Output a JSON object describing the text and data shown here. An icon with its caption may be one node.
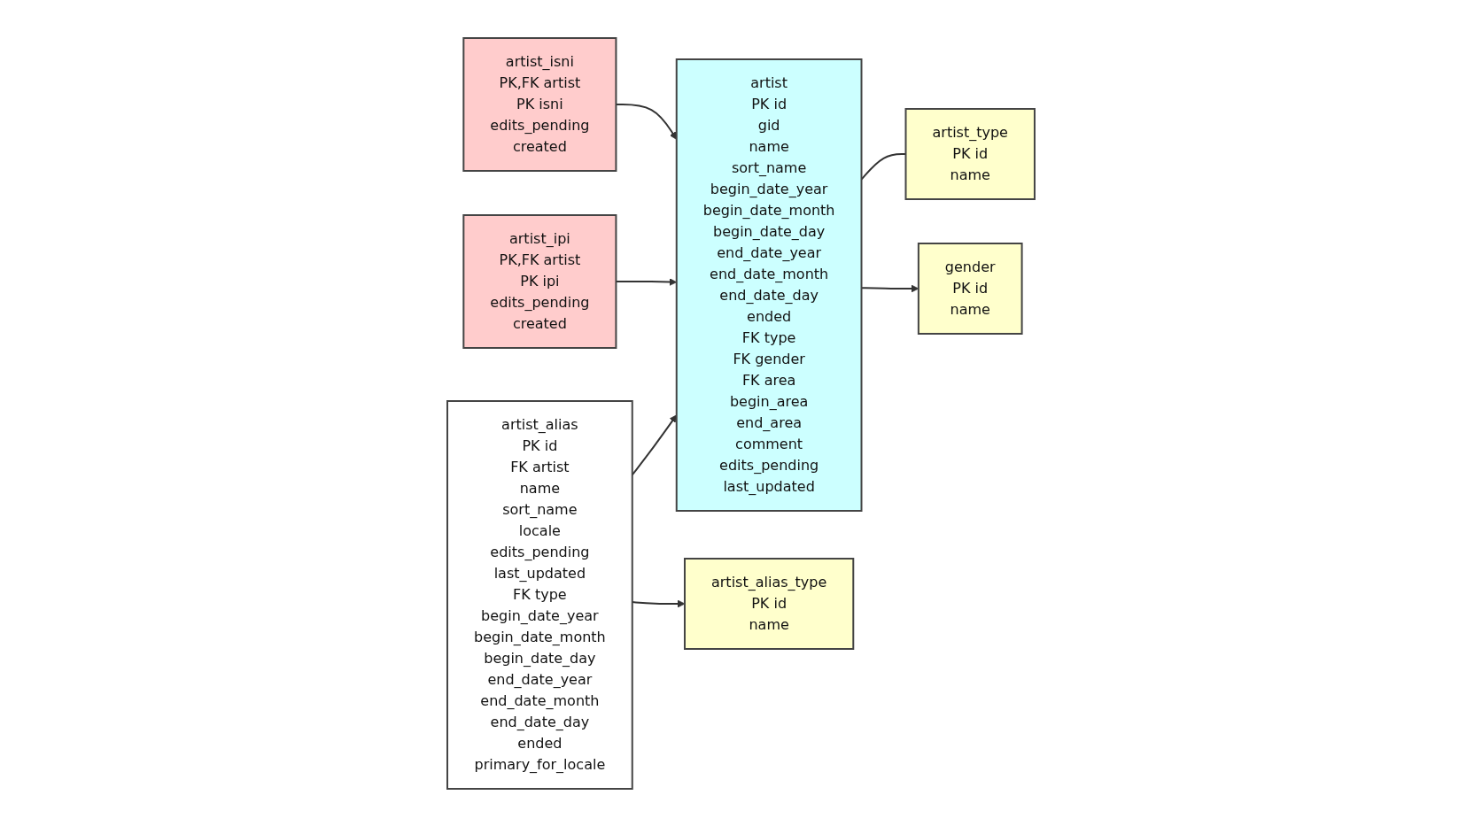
{
  "diagram": {
    "nodes": [
      {
        "text": [
          "artist_alias",
          "PK id",
          "FK artist",
          "name",
          "sort_name",
          "locale",
          "edits_pending",
          "last_updated",
          "FK type",
          "begin_date_year",
          "begin_date_month",
          "begin_date_day",
          "end_date_year",
          "end_date_month",
          "end_date_day",
          "ended",
          "primary_for_locale"
        ]
      },
      {
        "text": [
          "artist",
          "PK id",
          "gid",
          "name",
          "sort_name",
          "begin_date_year",
          "begin_date_month",
          "begin_date_day",
          "end_date_year",
          "end_date_month",
          "end_date_day",
          "ended",
          "FK type",
          "FK gender",
          "FK area",
          "begin_area",
          "end_area",
          "comment",
          "edits_pending",
          "last_updated"
        ]
      },
      {
        "text": [
          "artist_type",
          "PK id",
          "name"
        ]
      },
      {
        "text": [
          "artist_ipi",
          "PK,FK artist",
          "PK ipi",
          "edits_pending",
          "created"
        ]
      },
      {
        "text": [
          "gender",
          "PK id",
          "name"
        ]
      },
      {
        "text": [
          "artist_isni",
          "PK,FK artist",
          "PK isni",
          "edits_pending",
          "created"
        ]
      },
      {
        "text": [
          "artist_alias_type",
          "PK id",
          "name"
        ]
      }
    ],
    "edges": [
      {
        "from": 0,
        "to": 1,
        "arrow": "to"
      },
      {
        "from": 1,
        "to": 2,
        "arrow": "none"
      },
      {
        "from": 3,
        "to": 1,
        "arrow": "to"
      },
      {
        "from": 1,
        "to": 4,
        "arrow": "to"
      },
      {
        "from": 5,
        "to": 1,
        "arrow": "to"
      },
      {
        "from": 0,
        "to": 6,
        "arrow": "to"
      }
    ]
  }
}
